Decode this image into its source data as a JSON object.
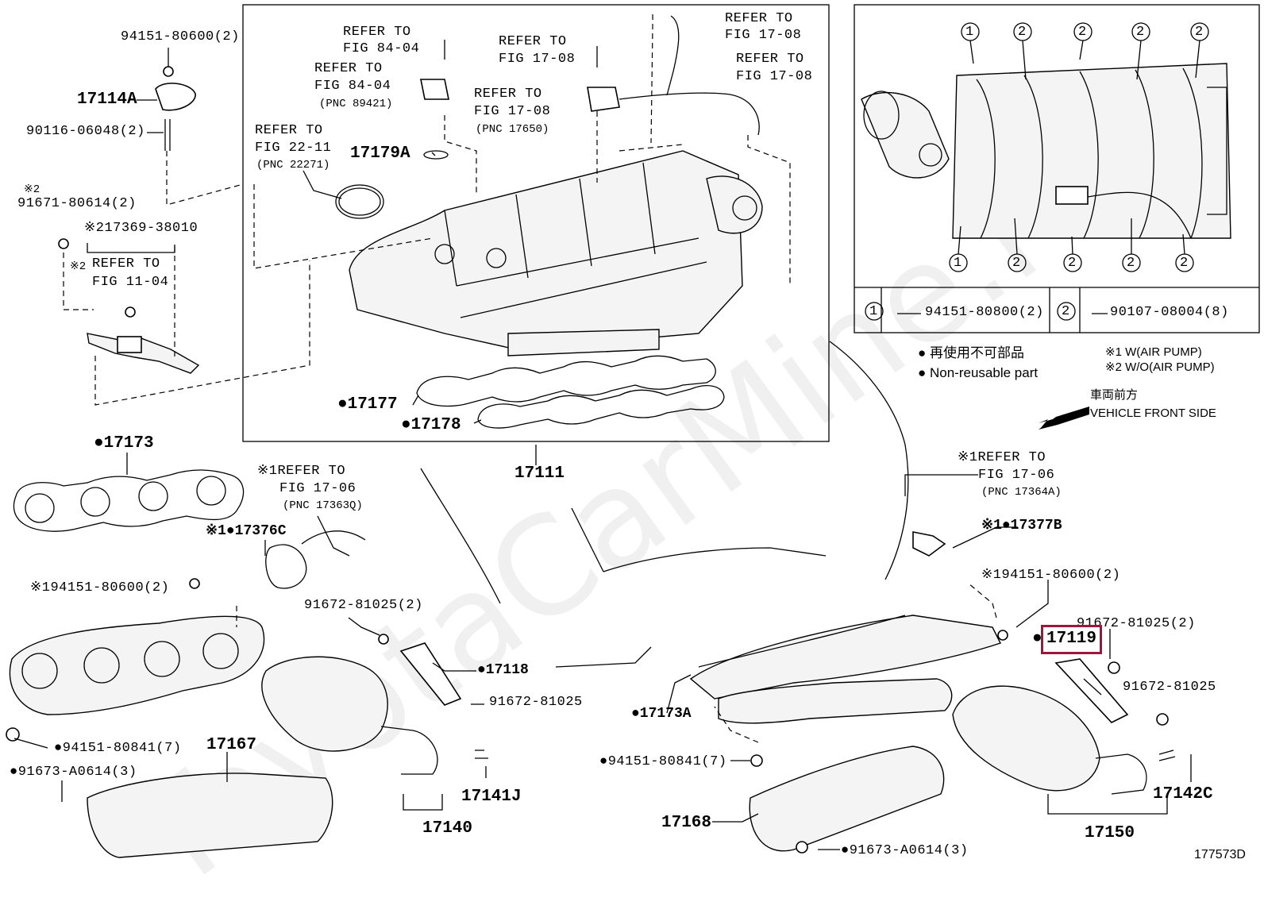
{
  "watermark": "ToyotaCarMine.ru",
  "diagram_id": "177573D",
  "legend": {
    "circle1": "1",
    "circle2": "2",
    "part1": "94151-80800(2)",
    "part2": "90107-08004(8)",
    "nonreusable_jp": "再使用不可部品",
    "nonreusable_en": "Non-reusable part",
    "note1": "※1 W(AIR PUMP)",
    "note2": "※2 W/O(AIR PUMP)",
    "front_jp": "車両前方",
    "front_en": "VEHICLE FRONT SIDE",
    "inset_markers_top": [
      "1",
      "2",
      "2",
      "2",
      "2"
    ],
    "inset_markers_bottom": [
      "1",
      "2",
      "2",
      "2",
      "2"
    ]
  },
  "labels": {
    "l94151_80600_2": "94151-80600(2)",
    "l17114A": "17114A",
    "l90116": "90116-06048(2)",
    "note2a": "※2",
    "l91671": "91671-80614(2)",
    "l217369": "※217369-38010",
    "note2b": "※2",
    "refer_to_a": "REFER TO",
    "fig_11_04": "FIG 11-04",
    "refer_to_b": "REFER TO",
    "fig_84_04_a": "FIG 84-04",
    "refer_to_c": "REFER TO",
    "fig_84_04_b": "FIG 84-04",
    "pnc_89421": "(PNC 89421)",
    "refer_to_d": "REFER TO",
    "fig_22_11": "FIG 22-11",
    "pnc_22271": "(PNC 22271)",
    "l17179A": "17179A",
    "refer_to_e": "REFER TO",
    "fig_17_08_a": "FIG 17-08",
    "refer_to_f": "REFER TO",
    "fig_17_08_b": "FIG 17-08",
    "pnc_17650": "(PNC 17650)",
    "refer_to_g": "REFER TO",
    "fig_17_08_c": "FIG 17-08",
    "refer_to_h": "REFER TO",
    "fig_17_08_d": "FIG 17-08",
    "l17177": "●17177",
    "l17178": "●17178",
    "l17111": "17111",
    "l17173": "●17173",
    "refer_1a": "※1REFER TO",
    "fig_17_06_a": "FIG 17-06",
    "pnc_17363Q": "(PNC 17363Q)",
    "l17376C": "※1●17376C",
    "l194151_left": "※194151-80600(2)",
    "l91672_81025_2_left": "91672-81025(2)",
    "l17118": "●17118",
    "l91672_81025_left": "91672-81025",
    "l94151_80841_left": "●94151-80841(7)",
    "l17167": "17167",
    "l91673_left": "●91673-A0614(3)",
    "l17141J": "17141J",
    "l17140": "17140",
    "refer_1b": "※1REFER TO",
    "fig_17_06_b": "FIG 17-06",
    "pnc_17364A": "(PNC 17364A)",
    "l17377B": "※1●17377B",
    "l194151_right": "※194151-80600(2)",
    "l91672_81025_2_right": "91672-81025(2)",
    "l17119_dot": "●",
    "l17119": "17119",
    "l91672_81025_right": "91672-81025",
    "l17173A": "●17173A",
    "l94151_80841_right": "●94151-80841(7)",
    "l17142C": "17142C",
    "l17168": "17168",
    "l17150": "17150",
    "l91673_right": "●91673-A0614(3)"
  }
}
